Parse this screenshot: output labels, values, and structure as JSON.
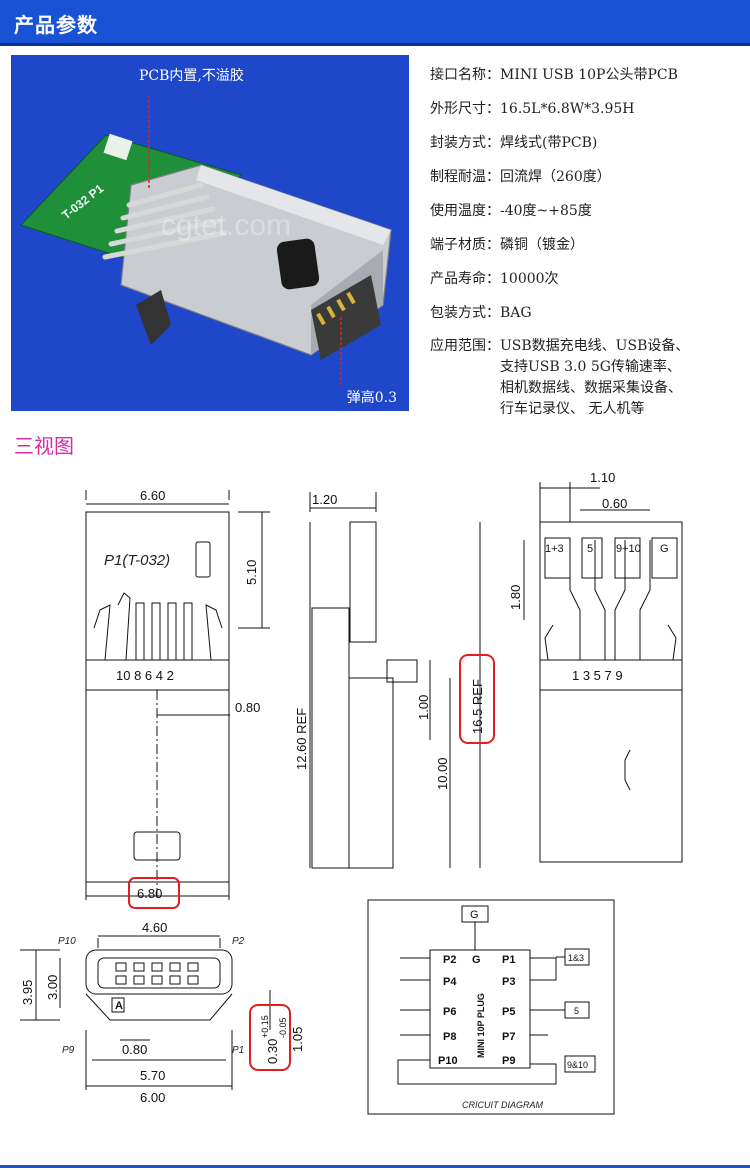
{
  "header": {
    "title": "产品参数"
  },
  "photo": {
    "caption_top": "PCB内置,不溢胶",
    "caption_bottom": "弹高0.3",
    "pcb_text": "T-032 P1",
    "watermark": "cgtet.com",
    "colors": {
      "background": "#1e47c9",
      "pcb": "#1f8f3a",
      "metal": "#c9ccd0"
    }
  },
  "specs": [
    {
      "key": "接口名称：",
      "value": "MINI USB 10P公头带PCB"
    },
    {
      "key": "外形尺寸：",
      "value": "16.5L*6.8W*3.95H"
    },
    {
      "key": "封装方式：",
      "value": "焊线式(带PCB)"
    },
    {
      "key": "制程耐温：",
      "value": "回流焊（260度）"
    },
    {
      "key": "使用温度：",
      "value": "-40度~+85度"
    },
    {
      "key": "端子材质：",
      "value": "磷铜（镀金）"
    },
    {
      "key": "产品寿命：",
      "value": "10000次"
    },
    {
      "key": "包装方式：",
      "value": "BAG"
    }
  ],
  "application": {
    "key": "应用范围：",
    "lines": [
      "USB数据充电线、USB设备、",
      "支持USB 3.0 5G传输速率、",
      "相机数据线、数据采集设备、",
      "行车记录仪、 无人机等"
    ]
  },
  "section": {
    "title": "三视图"
  },
  "front_view": {
    "width_top": "6.60",
    "height_right": "5.10",
    "part_label": "P1(T-032)",
    "pins": "10 8 6 4 2",
    "pitch": "0.80",
    "width_bottom": "6.80"
  },
  "side_view": {
    "top_width": "1.20",
    "total": "12.60 REF",
    "ref_length": "16.5 REF",
    "step": "1.00",
    "plug_length": "10.00"
  },
  "right_view": {
    "top": "1.10",
    "mid": "0.60",
    "height": "1.80",
    "pad_labels": [
      "1+3",
      "5",
      "9+10",
      "G"
    ],
    "pins": "1 3 5 7 9"
  },
  "bottom_view": {
    "width_inner": "4.60",
    "label_p10": "P10",
    "label_p2": "P2",
    "height_outer": "3.95",
    "height_inner": "3.00",
    "pitch": "0.80",
    "width_a": "5.70",
    "width_b": "6.00",
    "label_p9": "P9",
    "label_p1": "P1",
    "height_small": "1.05",
    "spring": "0.30",
    "tol_plus": "+0.15",
    "tol_minus": "-0.05",
    "marker": "A"
  },
  "circuit": {
    "title": "CRICUIT DIAGRAM",
    "vertical_label": "MINI 10P PLUG",
    "ground": "G",
    "left_pins": [
      "P2",
      "P4",
      "P6",
      "P8",
      "P10"
    ],
    "right_pins": [
      "P1",
      "P3",
      "P5",
      "P7",
      "P9"
    ],
    "g_pin": "G",
    "out_13": "1&3",
    "out_5": "5",
    "out_910": "9&10"
  },
  "colors": {
    "header": "#1a52d6",
    "section_title": "#d92aa6",
    "highlight": "#e02020"
  }
}
